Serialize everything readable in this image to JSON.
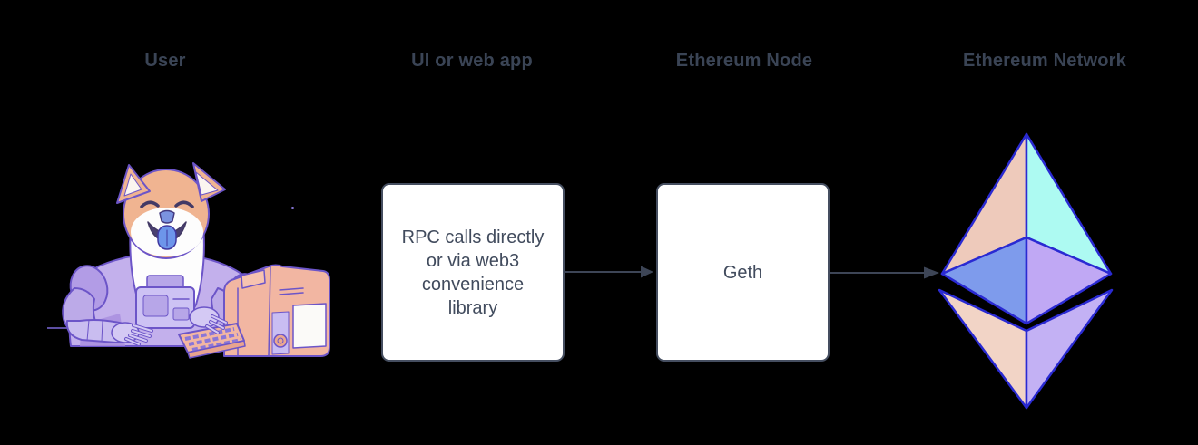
{
  "columns": [
    {
      "id": "user",
      "label": "User"
    },
    {
      "id": "ui-web-app",
      "label": "UI or web app"
    },
    {
      "id": "ethereum-node",
      "label": "Ethereum Node"
    },
    {
      "id": "ethereum-network",
      "label": "Ethereum Network"
    }
  ],
  "nodes": {
    "rpc_box": {
      "lines": [
        "RPC calls directly",
        "or via web3",
        "convenience",
        "library"
      ]
    },
    "geth_box": {
      "label": "Geth"
    }
  },
  "connections": [
    {
      "from": "ui-web-app",
      "to": "ethereum-node"
    },
    {
      "from": "ethereum-node",
      "to": "ethereum-network"
    }
  ],
  "icons": {
    "user_illustration": "doge-astronaut-at-computer-illustration",
    "network_logo": "ethereum-diamond-logo"
  },
  "colors": {
    "background": "#000000",
    "label_text": "#3a4455",
    "box_fill": "#ffffff",
    "box_border": "#454e60",
    "box_text": "#414b5d",
    "arrow": "#3d4556",
    "eth_outline": "#2a2ad2",
    "eth_top_left": "#eecabb",
    "eth_top_right": "#adfaf2",
    "eth_mid_left": "#7e9bec",
    "eth_mid_right": "#c0a8f4",
    "eth_bottom_left": "#f2d4c6",
    "eth_bottom_right": "#c3b1f4",
    "doge_fur": "#f0b491",
    "doge_suit": "#c3b0ec",
    "doge_outline": "#6c55c8",
    "doge_tongue": "#6d95ea",
    "computer_body": "#f2b6a2"
  }
}
